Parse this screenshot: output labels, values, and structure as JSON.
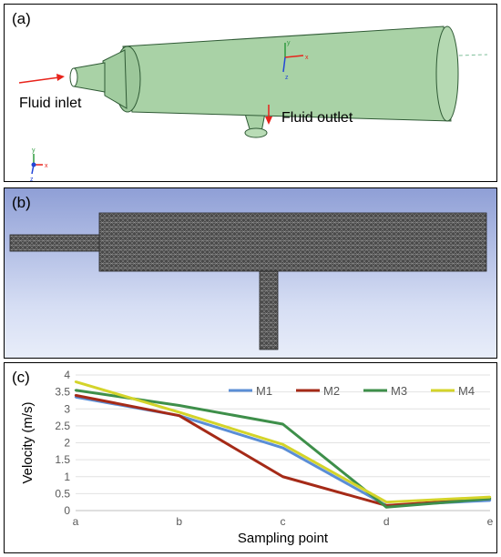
{
  "panels": {
    "a": {
      "label": "(a)",
      "inlet_caption": "Fluid inlet",
      "outlet_caption": "Fluid outlet",
      "axis_x": "x",
      "axis_y": "y",
      "axis_z": "z"
    },
    "b": {
      "label": "(b)"
    },
    "c": {
      "label": "(c)"
    }
  },
  "colors": {
    "geometry_fill": "#a9d2a6",
    "geometry_edge": "#2f5a35",
    "arrow": "#e8231b",
    "mesh": "#6d6d6d"
  },
  "chart_data": {
    "type": "line",
    "categories": [
      "a",
      "b",
      "c",
      "d",
      "e"
    ],
    "series": [
      {
        "name": "M1",
        "color": "#5b8ed6",
        "values": [
          3.35,
          2.8,
          1.85,
          0.15,
          0.3
        ]
      },
      {
        "name": "M2",
        "color": "#a52a17",
        "values": [
          3.4,
          2.8,
          1.0,
          0.15,
          0.35
        ]
      },
      {
        "name": "M3",
        "color": "#3e8f4a",
        "values": [
          3.55,
          3.1,
          2.55,
          0.1,
          0.35
        ]
      },
      {
        "name": "M4",
        "color": "#d4d42a",
        "values": [
          3.8,
          2.9,
          1.95,
          0.25,
          0.4
        ]
      }
    ],
    "xlabel": "Sampling point",
    "ylabel": "Velocity (m/s)",
    "ylim": [
      0,
      4
    ],
    "yticks": [
      "0",
      "0.5",
      "1",
      "1.5",
      "2",
      "2.5",
      "3",
      "3.5",
      "4"
    ],
    "grid": true,
    "legend": "top-right"
  }
}
